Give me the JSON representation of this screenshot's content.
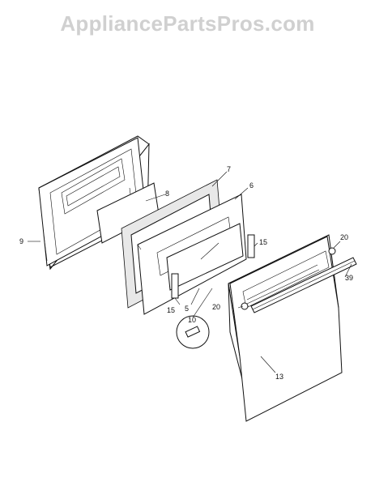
{
  "watermark": "AppliancePartsPros.com",
  "callouts": {
    "c7": "7",
    "c6": "6",
    "c8": "8",
    "c9": "9",
    "c15a": "15",
    "c15b": "15",
    "c20a": "20",
    "c20b": "20",
    "c39": "39",
    "c5": "5",
    "c10": "10",
    "c13": "13"
  }
}
